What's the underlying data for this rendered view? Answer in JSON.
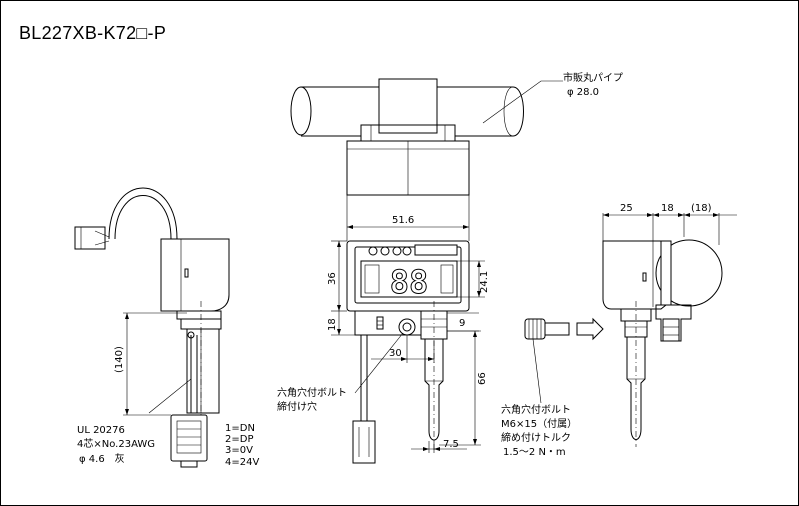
{
  "title": "BL227XB-K72□-P",
  "labels": {
    "pipe_name": "市販丸パイプ",
    "pipe_dia": "φ 28.0",
    "bolt_front_1": "六角穴付ボルト",
    "bolt_front_2": "締付け穴",
    "bolt_right_1": "六角穴付ボルト",
    "bolt_right_2": "M6×15（付属）",
    "bolt_right_3": "締め付けトルク",
    "bolt_right_4": "1.5～2 N・m",
    "cable_1": "UL 20276",
    "cable_2": "4芯×No.23AWG",
    "cable_3": "φ 4.6　灰",
    "pins": [
      "1=DN",
      "2=DP",
      "3=0V",
      "4=24V"
    ]
  },
  "dimensions": {
    "width_51_6": "51.6",
    "h36": "36",
    "h24_1": "24.1",
    "h18": "18",
    "d9": "9",
    "d30": "30",
    "h66": "66",
    "d7_5": "7.5",
    "h140": "(140)",
    "r25": "25",
    "r18": "18",
    "r18p": "(18)"
  },
  "display_digits": "88"
}
